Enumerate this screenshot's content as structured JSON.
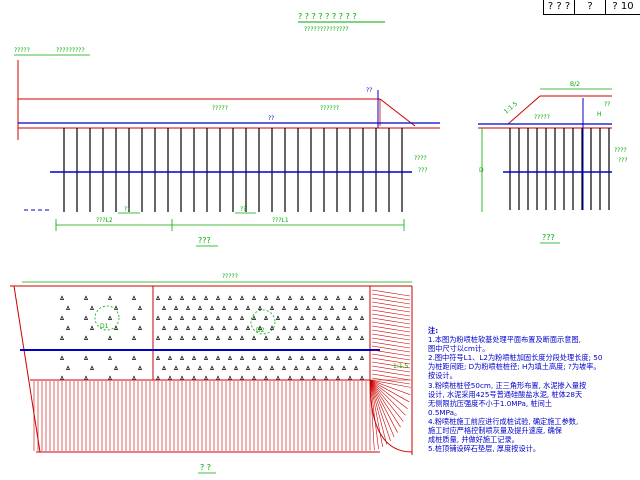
{
  "title_block": {
    "cells": [
      "? ? ?",
      "?",
      "? 10"
    ]
  },
  "header": {
    "title": "? ? ? ? ? ? ? ? ?",
    "subtitle": "??????????????"
  },
  "elevation_view": {
    "top_left_labels": [
      "?????",
      "?????????"
    ],
    "top_right_label": "??",
    "bottom_right_label_1": "????",
    "bottom_right_label_2": "???",
    "dim_left_label": "???L2",
    "dim_right_label": "???L1",
    "spacing_label_left": "??",
    "spacing_label_right": "??",
    "mid_labels": [
      "?????",
      "??",
      "??????"
    ],
    "caption": "???"
  },
  "section_view": {
    "top_label": "B/2",
    "slope_label": "1:1.5",
    "mid_label": "?????",
    "right_labels": [
      "??",
      "????",
      "???"
    ],
    "height_label": "H",
    "depth_label": "D",
    "caption": "???"
  },
  "plan_view": {
    "top_label": "?????",
    "circle_label_left": "D1",
    "circle_label_right": "D2",
    "slope_label": "1:1.5",
    "caption": "? ?"
  },
  "notes": {
    "title": "注:",
    "lines": [
      "1.本图为粉喷桩软基处理平面布置及断面示意图,",
      "  图中尺寸以cm计。",
      "2.图中符号L1、L2为粉喷桩加固长度分段处理长度; 50",
      "  为桩距间距; D为粉喷桩桩径; H为填土高度; ?为坡率。",
      "  按设计。",
      "3.粉喷桩桩径50cm, 正三角形布置, 水泥掺入量按",
      "  设计, 水泥采用425号普通硅酸盐水泥, 桩体28天",
      "  无侧限抗压强度不小于1.0MPa, 桩间土",
      "  0.5MPa。",
      "4.粉喷桩施工前应进行成桩试验, 确定施工参数,",
      "  施工时应严格控制喷灰量及提升速度, 确保",
      "  成桩质量, 并做好施工记录。",
      "5.桩顶铺设碎石垫层, 厚度按设计。"
    ]
  },
  "colors": {
    "blue": "#0000cc",
    "red": "#cc0000",
    "green": "#00aa00",
    "black": "#000000"
  }
}
